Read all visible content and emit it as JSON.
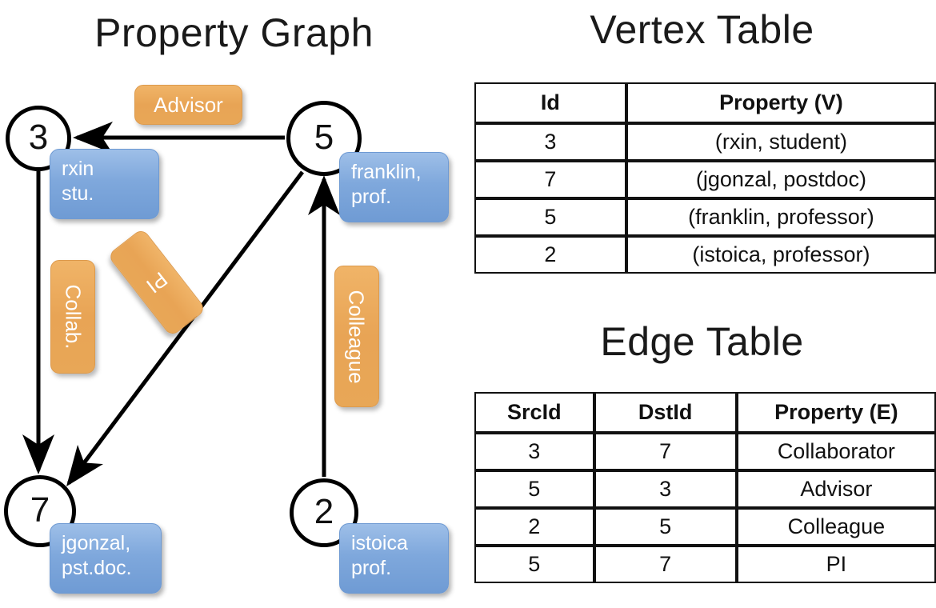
{
  "titles": {
    "property_graph": "Property Graph",
    "vertex_table": "Vertex Table",
    "edge_table": "Edge Table"
  },
  "colors": {
    "vertex_property_fill": "#cfdcf0",
    "edge_property_fill": "#f7ddc3",
    "node_box_blue": "#7fa8dc",
    "edge_label_orange": "#e8a455",
    "stroke": "#000000",
    "background": "#ffffff"
  },
  "graph": {
    "vertices": [
      {
        "id": "3",
        "property_text": "rxin\nstu."
      },
      {
        "id": "5",
        "property_text": "franklin,\nprof."
      },
      {
        "id": "7",
        "property_text": "jgonzal,\npst.doc."
      },
      {
        "id": "2",
        "property_text": "istoica\nprof."
      }
    ],
    "edge_labels": {
      "advisor": "Advisor",
      "collab": "Collab.",
      "pi": "PI",
      "colleague": "Colleague"
    },
    "edges": [
      {
        "src": "5",
        "dst": "3",
        "label": "Advisor"
      },
      {
        "src": "3",
        "dst": "7",
        "label": "Collab."
      },
      {
        "src": "5",
        "dst": "7",
        "label": "PI"
      },
      {
        "src": "2",
        "dst": "5",
        "label": "Colleague"
      }
    ]
  },
  "vertex_table": {
    "headers": [
      "Id",
      "Property (V)"
    ],
    "rows": [
      {
        "id": "3",
        "property": "(rxin, student)"
      },
      {
        "id": "7",
        "property": "(jgonzal, postdoc)"
      },
      {
        "id": "5",
        "property": "(franklin, professor)"
      },
      {
        "id": "2",
        "property": "(istoica, professor)"
      }
    ]
  },
  "edge_table": {
    "headers": [
      "SrcId",
      "DstId",
      "Property (E)"
    ],
    "rows": [
      {
        "src": "3",
        "dst": "7",
        "property": "Collaborator"
      },
      {
        "src": "5",
        "dst": "3",
        "property": "Advisor"
      },
      {
        "src": "2",
        "dst": "5",
        "property": "Colleague"
      },
      {
        "src": "5",
        "dst": "7",
        "property": "PI"
      }
    ]
  }
}
